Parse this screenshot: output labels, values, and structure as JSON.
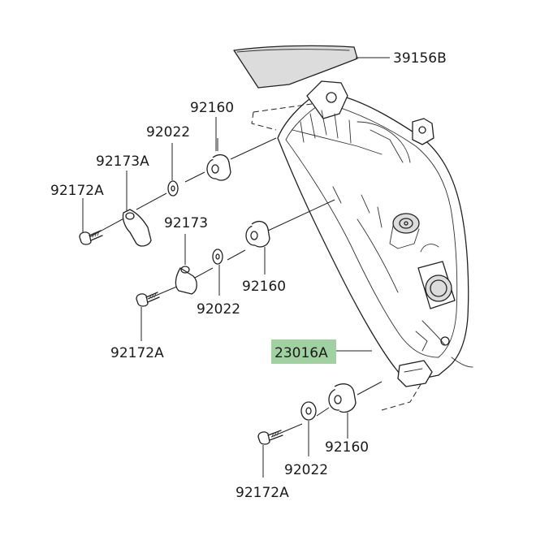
{
  "labels": {
    "lens_cover": "39156B",
    "grommet_upper": "92160",
    "grommet_middle": "92160",
    "grommet_lower": "92160",
    "washer_upper": "92022",
    "washer_middle": "92022",
    "washer_lower": "92022",
    "clamp_upper": "92173A",
    "clamp_middle": "92173",
    "bolt_upper": "92172A",
    "bolt_middle": "92172A",
    "bolt_lower": "92172A",
    "assembly": "23016A"
  },
  "colors": {
    "line": "#222222",
    "highlight": "#9fd2a0"
  }
}
